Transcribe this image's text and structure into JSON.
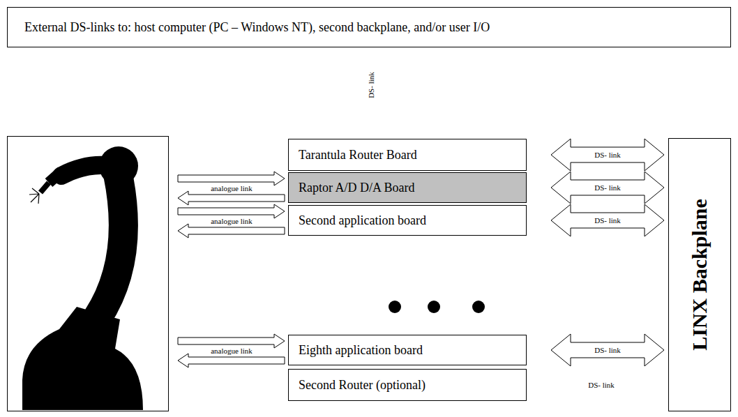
{
  "diagram": {
    "nodes": [
      {
        "text": [
          "External DS-links to: host computer (PC – Windows NT), second backplane, and/or user I/O"
        ]
      },
      {
        "text": [
          "Tarantula Router Board"
        ]
      },
      {
        "text": [
          "Raptor A/D D/A Board"
        ]
      },
      {
        "text": [
          "Second application board"
        ]
      },
      {
        "text": [
          "Eighth application board"
        ]
      },
      {
        "text": [
          "Second Router (optional)"
        ]
      },
      {
        "text": [
          "LINX Backplane"
        ]
      }
    ],
    "edges": [
      {
        "from": 1,
        "to": 6,
        "label": "DS- link",
        "arrow": "both"
      },
      {
        "from": 2,
        "to": 6,
        "label": "DS- link",
        "arrow": "both"
      },
      {
        "from": 3,
        "to": 6,
        "label": "DS- link",
        "arrow": "both"
      },
      {
        "from": 4,
        "to": 6,
        "label": "DS- link",
        "arrow": "both"
      }
    ],
    "labels": [
      "DS- link",
      "analogue link",
      "analogue link",
      "analogue link",
      "DS- link"
    ]
  }
}
